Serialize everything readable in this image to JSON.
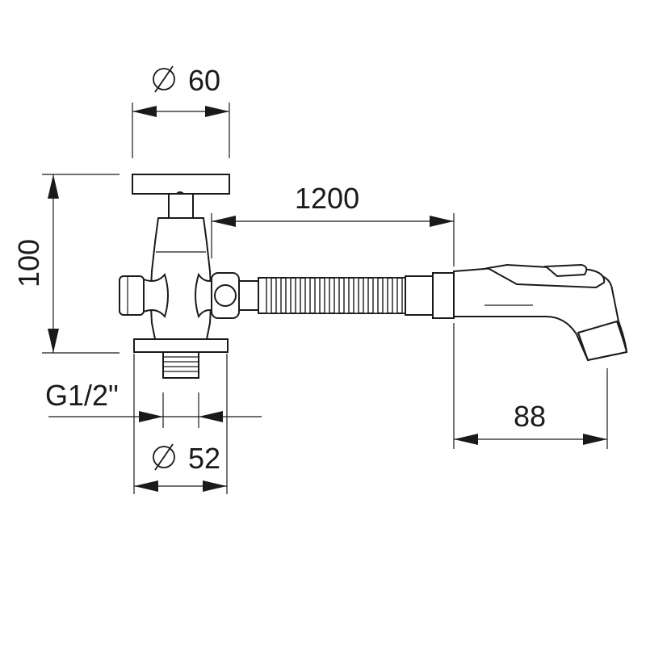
{
  "dimensions": {
    "top_diameter_value": "60",
    "height_value": "100",
    "hose_length_value": "1200",
    "thread_label": "G1/2\"",
    "bottom_diameter_value": "52",
    "sprayer_length_value": "88"
  },
  "symbols": {
    "diameter_symbol": "⌀"
  },
  "colors": {
    "line": "#1a1a1a",
    "background": "#ffffff"
  }
}
